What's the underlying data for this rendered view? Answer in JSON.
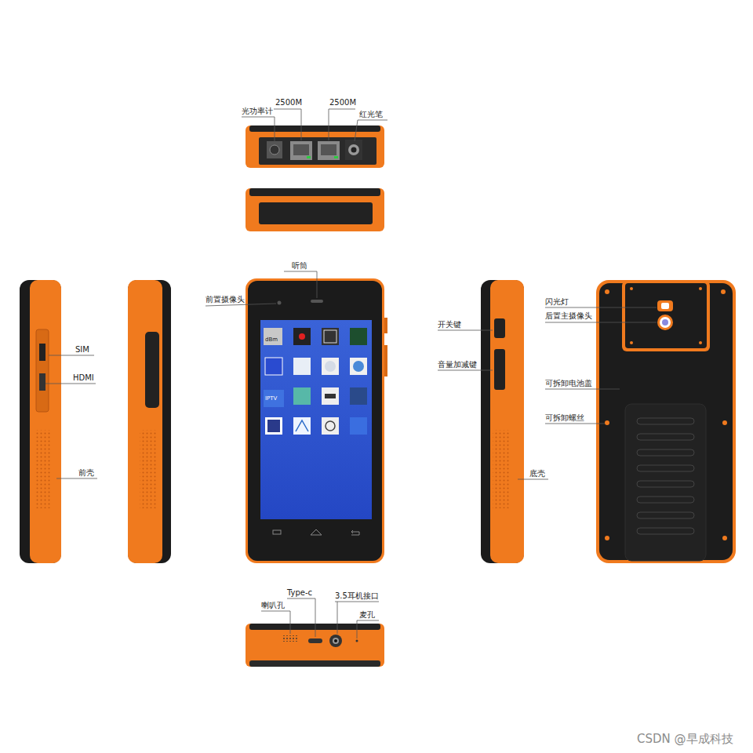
{
  "diagram": {
    "labels": [
      "2500M",
      "2500M",
      "光功率计",
      "红光笔",
      "听筒",
      "前置摄像头",
      "SIM",
      "HDMI",
      "前壳",
      "开关键",
      "音量加减键",
      "底壳",
      "闪光灯",
      "后置主摄像头",
      "可拆卸电池盖",
      "可拆卸螺丝",
      "dBm",
      "IPTV",
      "喇叭孔",
      "Type-c",
      "3.5耳机接口",
      "麦孔",
      "CSDN @早成科技"
    ]
  }
}
